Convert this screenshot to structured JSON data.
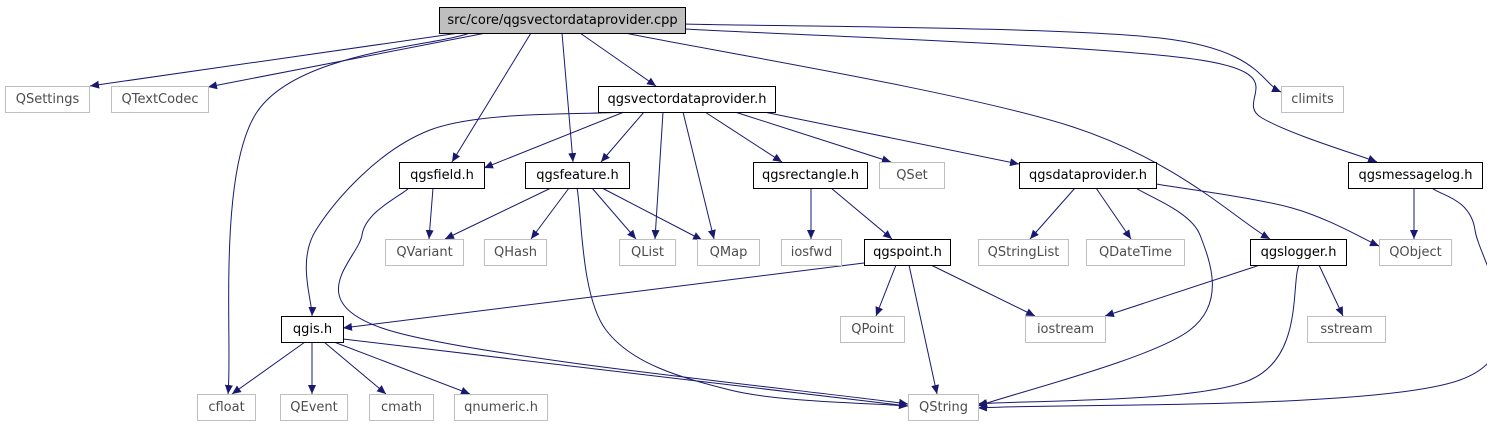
{
  "diagram": {
    "colors": {
      "edge": "#191970",
      "root_fill": "#bfbfbf",
      "project_border": "#000000",
      "external_border": "#bfbfbf",
      "project_text": "#000000",
      "external_text": "#4d4d4d"
    },
    "nodes": [
      {
        "id": "root",
        "label": "src/core/qgsvectordataprovider.cpp",
        "kind": "root"
      },
      {
        "id": "qsettings",
        "label": "QSettings",
        "kind": "external"
      },
      {
        "id": "qtextcodec",
        "label": "QTextCodec",
        "kind": "external"
      },
      {
        "id": "qgsvectordataprovider_h",
        "label": "qgsvectordataprovider.h",
        "kind": "project"
      },
      {
        "id": "climits",
        "label": "climits",
        "kind": "external"
      },
      {
        "id": "qgsfield_h",
        "label": "qgsfield.h",
        "kind": "project"
      },
      {
        "id": "qgsfeature_h",
        "label": "qgsfeature.h",
        "kind": "project"
      },
      {
        "id": "qgsrectangle_h",
        "label": "qgsrectangle.h",
        "kind": "project"
      },
      {
        "id": "qset",
        "label": "QSet",
        "kind": "external"
      },
      {
        "id": "qgsdataprovider_h",
        "label": "qgsdataprovider.h",
        "kind": "project"
      },
      {
        "id": "qgsmessagelog_h",
        "label": "qgsmessagelog.h",
        "kind": "project"
      },
      {
        "id": "qvariant",
        "label": "QVariant",
        "kind": "external"
      },
      {
        "id": "qhash",
        "label": "QHash",
        "kind": "external"
      },
      {
        "id": "qlist",
        "label": "QList",
        "kind": "external"
      },
      {
        "id": "qmap",
        "label": "QMap",
        "kind": "external"
      },
      {
        "id": "iosfwd",
        "label": "iosfwd",
        "kind": "external"
      },
      {
        "id": "qgspoint_h",
        "label": "qgspoint.h",
        "kind": "project"
      },
      {
        "id": "qstringlist",
        "label": "QStringList",
        "kind": "external"
      },
      {
        "id": "qdatetime",
        "label": "QDateTime",
        "kind": "external"
      },
      {
        "id": "qgslogger_h",
        "label": "qgslogger.h",
        "kind": "project"
      },
      {
        "id": "qobject",
        "label": "QObject",
        "kind": "external"
      },
      {
        "id": "qgis_h",
        "label": "qgis.h",
        "kind": "project"
      },
      {
        "id": "qpoint",
        "label": "QPoint",
        "kind": "external"
      },
      {
        "id": "iostream",
        "label": "iostream",
        "kind": "external"
      },
      {
        "id": "sstream",
        "label": "sstream",
        "kind": "external"
      },
      {
        "id": "cfloat",
        "label": "cfloat",
        "kind": "external"
      },
      {
        "id": "qevent",
        "label": "QEvent",
        "kind": "external"
      },
      {
        "id": "cmath",
        "label": "cmath",
        "kind": "external"
      },
      {
        "id": "qnumeric_h",
        "label": "qnumeric.h",
        "kind": "external"
      },
      {
        "id": "qstring",
        "label": "QString",
        "kind": "external"
      }
    ],
    "edges": [
      {
        "from": "root",
        "to": "qsettings"
      },
      {
        "from": "root",
        "to": "qtextcodec"
      },
      {
        "from": "root",
        "to": "cfloat"
      },
      {
        "from": "root",
        "to": "qgsfield_h"
      },
      {
        "from": "root",
        "to": "qgsfeature_h"
      },
      {
        "from": "root",
        "to": "qgsvectordataprovider_h"
      },
      {
        "from": "root",
        "to": "qgslogger_h"
      },
      {
        "from": "root",
        "to": "climits"
      },
      {
        "from": "root",
        "to": "qgsmessagelog_h"
      },
      {
        "from": "qgsvectordataprovider_h",
        "to": "qgis_h"
      },
      {
        "from": "qgsvectordataprovider_h",
        "to": "qgsfield_h"
      },
      {
        "from": "qgsvectordataprovider_h",
        "to": "qgsfeature_h"
      },
      {
        "from": "qgsvectordataprovider_h",
        "to": "qlist"
      },
      {
        "from": "qgsvectordataprovider_h",
        "to": "qmap"
      },
      {
        "from": "qgsvectordataprovider_h",
        "to": "qgsrectangle_h"
      },
      {
        "from": "qgsvectordataprovider_h",
        "to": "qset"
      },
      {
        "from": "qgsvectordataprovider_h",
        "to": "qgsdataprovider_h"
      },
      {
        "from": "qgsfield_h",
        "to": "qvariant"
      },
      {
        "from": "qgsfield_h",
        "to": "qstring"
      },
      {
        "from": "qgsfeature_h",
        "to": "qvariant"
      },
      {
        "from": "qgsfeature_h",
        "to": "qhash"
      },
      {
        "from": "qgsfeature_h",
        "to": "qlist"
      },
      {
        "from": "qgsfeature_h",
        "to": "qmap"
      },
      {
        "from": "qgsfeature_h",
        "to": "qstring"
      },
      {
        "from": "qgsrectangle_h",
        "to": "iosfwd"
      },
      {
        "from": "qgsrectangle_h",
        "to": "qgspoint_h"
      },
      {
        "from": "qgsdataprovider_h",
        "to": "qstringlist"
      },
      {
        "from": "qgsdataprovider_h",
        "to": "qdatetime"
      },
      {
        "from": "qgsdataprovider_h",
        "to": "qobject"
      },
      {
        "from": "qgsdataprovider_h",
        "to": "qstring"
      },
      {
        "from": "qgsmessagelog_h",
        "to": "qobject"
      },
      {
        "from": "qgsmessagelog_h",
        "to": "qstring"
      },
      {
        "from": "qgspoint_h",
        "to": "qgis_h"
      },
      {
        "from": "qgspoint_h",
        "to": "qpoint"
      },
      {
        "from": "qgspoint_h",
        "to": "iostream"
      },
      {
        "from": "qgspoint_h",
        "to": "qstring"
      },
      {
        "from": "qgslogger_h",
        "to": "iostream"
      },
      {
        "from": "qgslogger_h",
        "to": "sstream"
      },
      {
        "from": "qgslogger_h",
        "to": "qstring"
      },
      {
        "from": "qgis_h",
        "to": "cfloat"
      },
      {
        "from": "qgis_h",
        "to": "qevent"
      },
      {
        "from": "qgis_h",
        "to": "cmath"
      },
      {
        "from": "qgis_h",
        "to": "qnumeric_h"
      },
      {
        "from": "qgis_h",
        "to": "qstring"
      }
    ]
  }
}
